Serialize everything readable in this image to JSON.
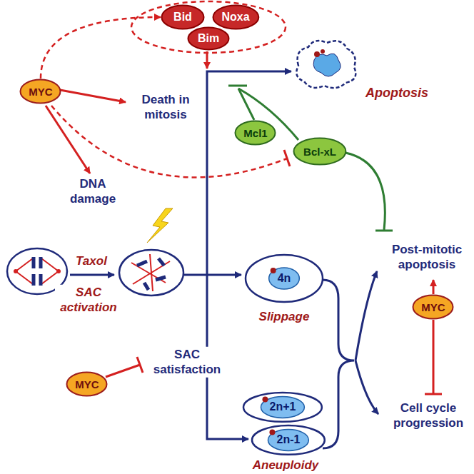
{
  "diagram": {
    "nodes": [
      {
        "text": [
          "Bid"
        ]
      },
      {
        "text": [
          "Noxa"
        ]
      },
      {
        "text": [
          "Bim"
        ]
      },
      {
        "text": [
          "MYC"
        ]
      },
      {
        "text": [
          "Mcl1"
        ]
      },
      {
        "text": [
          "Bcl-xL"
        ]
      },
      {
        "text": [
          "4n"
        ]
      },
      {
        "text": [
          "MYC"
        ]
      },
      {
        "text": [
          "MYC"
        ]
      },
      {
        "text": [
          "2n+1"
        ]
      },
      {
        "text": [
          "2n-1"
        ]
      }
    ],
    "edges": [
      {
        "from": 3,
        "to": 0,
        "arrow": "to"
      }
    ],
    "labels": [
      "Apoptosis",
      "Death in mitosis",
      "DNA damage",
      "Taxol",
      "SAC activation",
      "Slippage",
      "SAC satisfaction",
      "Aneuploidy",
      "Post-mitotic apoptosis",
      "Cell cycle progression"
    ]
  }
}
